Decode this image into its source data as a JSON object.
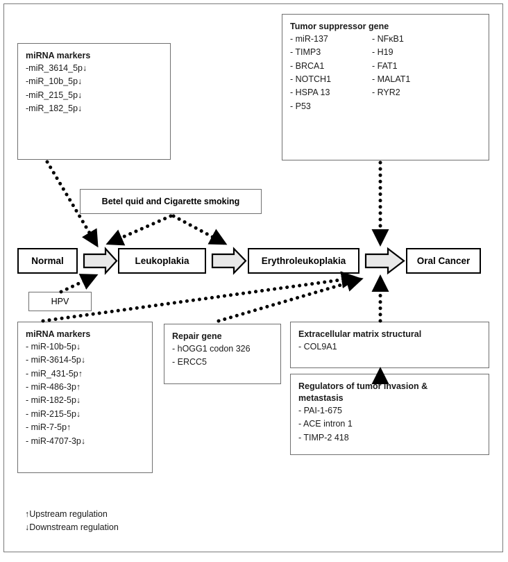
{
  "diagram": {
    "title": "Oral carcinogenesis progression pathway",
    "stages": [
      {
        "id": "normal",
        "label": "Normal"
      },
      {
        "id": "leukoplakia",
        "label": "Leukoplakia"
      },
      {
        "id": "erythroleukoplakia",
        "label": "Erythroleukoplakia"
      },
      {
        "id": "oral-cancer",
        "label": "Oral Cancer"
      }
    ],
    "risk_factors": [
      {
        "id": "betel-smoking",
        "label": "Betel quid and Cigarette smoking"
      },
      {
        "id": "hpv",
        "label": "HPV"
      }
    ],
    "panels": {
      "mirna_top": {
        "title": "miRNA markers",
        "items": [
          "-miR_3614_5p↓",
          "-miR_10b_5p↓",
          "-miR_215_5p↓",
          "-miR_182_5p↓"
        ]
      },
      "tumor_suppressor": {
        "title": "Tumor suppressor gene",
        "items_col1": [
          "- miR-137",
          "- TIMP3",
          "- BRCA1",
          "- NOTCH1",
          "- HSPA 13",
          "- P53"
        ],
        "items_col2": [
          "- NFκB1",
          "- H19",
          "- FAT1",
          "- MALAT1",
          "- RYR2"
        ]
      },
      "mirna_bottom": {
        "title": "miRNA markers",
        "items": [
          "- miR-10b-5p↓",
          "- miR-3614-5p↓",
          "- miR_431-5p↑",
          "- miR-486-3p↑",
          "- miR-182-5p↓",
          "- miR-215-5p↓",
          "- miR-7-5p↑",
          "- miR-4707-3p↓"
        ]
      },
      "repair_gene": {
        "title": "Repair gene",
        "items": [
          "- hOGG1 codon 326",
          "- ERCC5"
        ]
      },
      "ecm": {
        "title": "Extracellular matrix structural",
        "items": [
          "- COL9A1"
        ]
      },
      "regulators": {
        "title_line1": "Regulators of tumor invasion &",
        "title_line2": "metastasis",
        "items": [
          "- PAI-1-675",
          "- ACE intron 1",
          "- TIMP-2 418"
        ]
      }
    },
    "legend": {
      "upstream": "↑Upstream regulation",
      "downstream": "↓Downstream regulation"
    },
    "colors": {
      "ink": "#1a1a1a",
      "frame": "#7a7a7a",
      "stage_border": "#000000",
      "arrow_fill": "#e8e8e8"
    }
  }
}
